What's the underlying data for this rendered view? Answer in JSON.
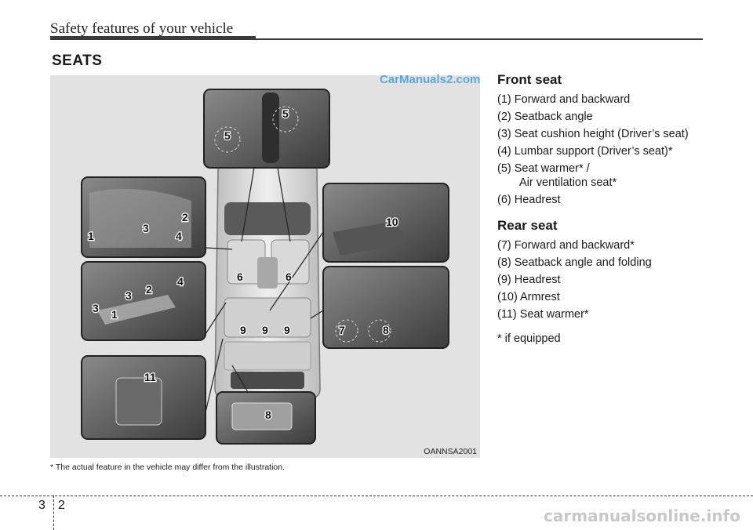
{
  "header": {
    "section": "Safety features of your vehicle",
    "title": "SEATS"
  },
  "figure": {
    "code": "OANNSA2001",
    "watermark": "CarManuals2.com",
    "note": "* The actual feature in the vehicle may differ from the illustration.",
    "callouts": {
      "c1": "1",
      "c2": "2",
      "c3": "3",
      "c4": "4",
      "c5": "5",
      "c6": "6",
      "c7": "7",
      "c8": "8",
      "c9": "9",
      "c10": "10",
      "c11": "11"
    }
  },
  "front_seat": {
    "heading": "Front seat",
    "items": [
      "(1) Forward and backward",
      "(2) Seatback angle",
      "(3) Seat cushion height (Driver’s seat)",
      "(4) Lumbar support (Driver’s seat)*",
      "(5) Seat warmer* /",
      "(6) Headrest"
    ],
    "item5_line2": "Air ventilation seat*"
  },
  "rear_seat": {
    "heading": "Rear seat",
    "items": [
      "(7) Forward and backward*",
      "(8) Seatback angle and folding",
      "(9) Headrest",
      "(10) Armrest",
      "(11) Seat warmer*"
    ]
  },
  "footnote": "* if equipped",
  "footer": {
    "chapter": "3",
    "page": "2",
    "watermark": "carmanualsonline.info"
  },
  "colors": {
    "accent_dark": "#3a3a3a",
    "figure_bg": "#e2e2e2",
    "watermark": "#5aa7e0"
  }
}
